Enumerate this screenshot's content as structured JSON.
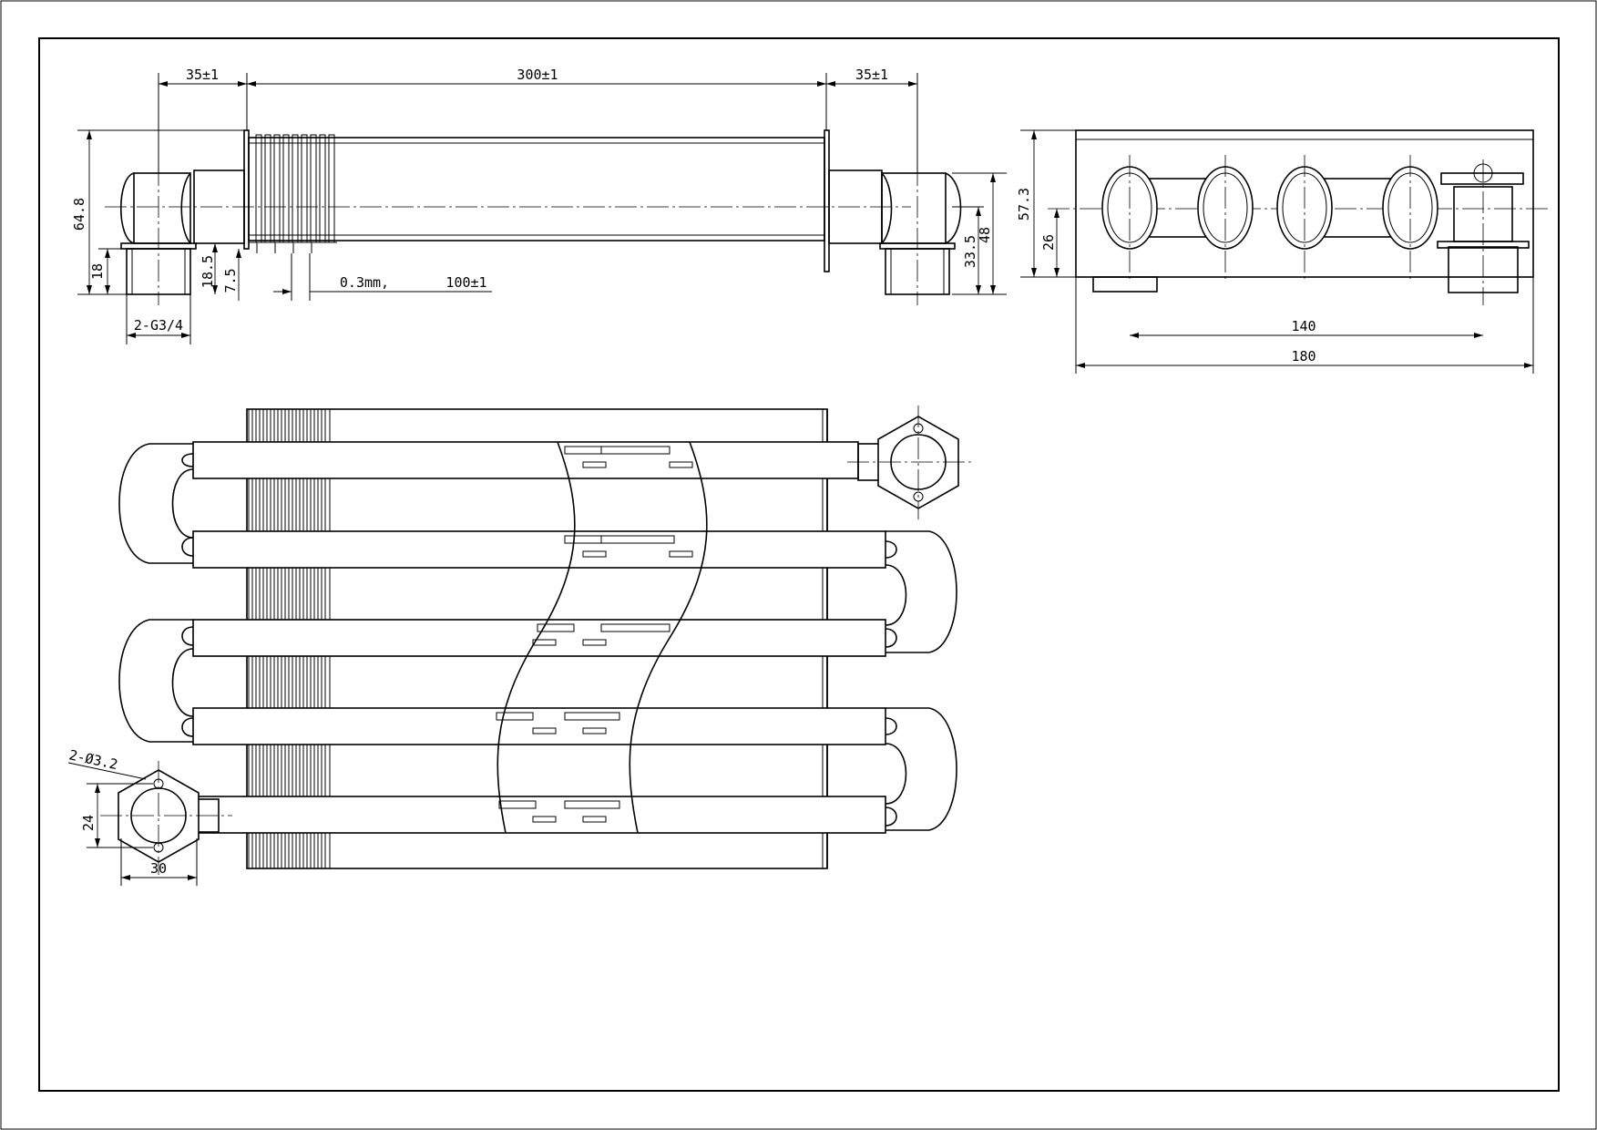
{
  "drawing": {
    "dims": {
      "end_length": "35±1",
      "body_length": "300±1",
      "end_length_right": "35±1",
      "height_total": "64.8",
      "thread_length": "18",
      "flange_offset": "18.5",
      "flange_gap": "7.5",
      "fin_thickness": "0.3mm,",
      "fin_zone_length": "100±1",
      "thread_spec": "2-G3/4",
      "right_height_a": "48",
      "right_height_b": "33.5",
      "side_height": "57.3",
      "side_center": "26",
      "side_hole_spacing": "140",
      "side_width": "180",
      "flange_holes": "2-Ø3.2",
      "flange_height": "24",
      "flange_width": "30"
    }
  }
}
